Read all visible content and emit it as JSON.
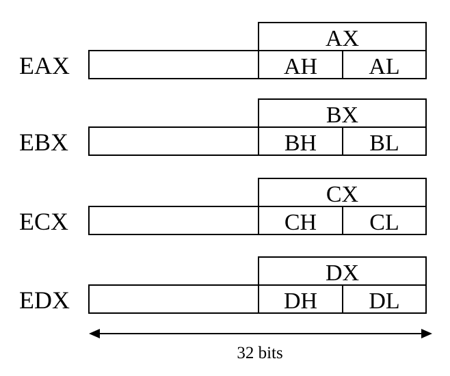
{
  "registers": [
    {
      "name": "EAX",
      "word": "AX",
      "high": "AH",
      "low": "AL"
    },
    {
      "name": "EBX",
      "word": "BX",
      "high": "BH",
      "low": "BL"
    },
    {
      "name": "ECX",
      "word": "CX",
      "high": "CH",
      "low": "CL"
    },
    {
      "name": "EDX",
      "word": "DX",
      "high": "DH",
      "low": "DL"
    }
  ],
  "width_label": "32 bits",
  "colors": {
    "stroke": "#000000",
    "background": "#ffffff"
  }
}
